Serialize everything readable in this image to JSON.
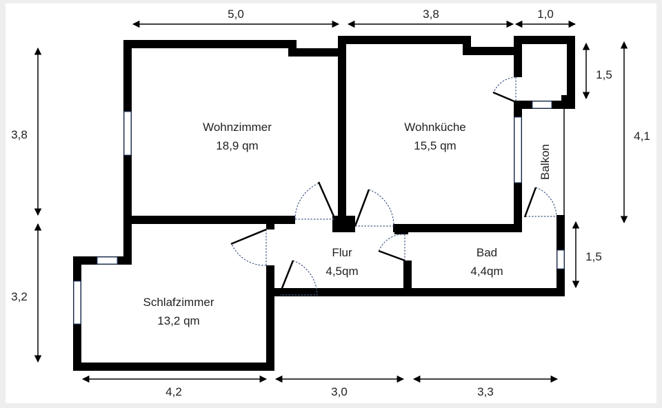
{
  "rooms": [
    {
      "name": "Wohnzimmer",
      "area": "18,9 qm"
    },
    {
      "name": "Wohnküche",
      "area": "15,5 qm"
    },
    {
      "name": "Schlafzimmer",
      "area": "13,2 qm"
    },
    {
      "name": "Flur",
      "area": "4,5qm"
    },
    {
      "name": "Bad",
      "area": "4,4qm"
    },
    {
      "name": "Balkon"
    }
  ],
  "dimensions": {
    "top": [
      "5,0",
      "3,8",
      "1,0"
    ],
    "left": [
      "3,8",
      "3,2"
    ],
    "right": [
      "1,5",
      "4,1",
      "1,5"
    ],
    "bottom": [
      "4,2",
      "3,0",
      "3,3"
    ]
  },
  "colors": {
    "wall": "#000000",
    "window_outline": "#2f4a7a",
    "door_swing": "#4a5f8a"
  }
}
